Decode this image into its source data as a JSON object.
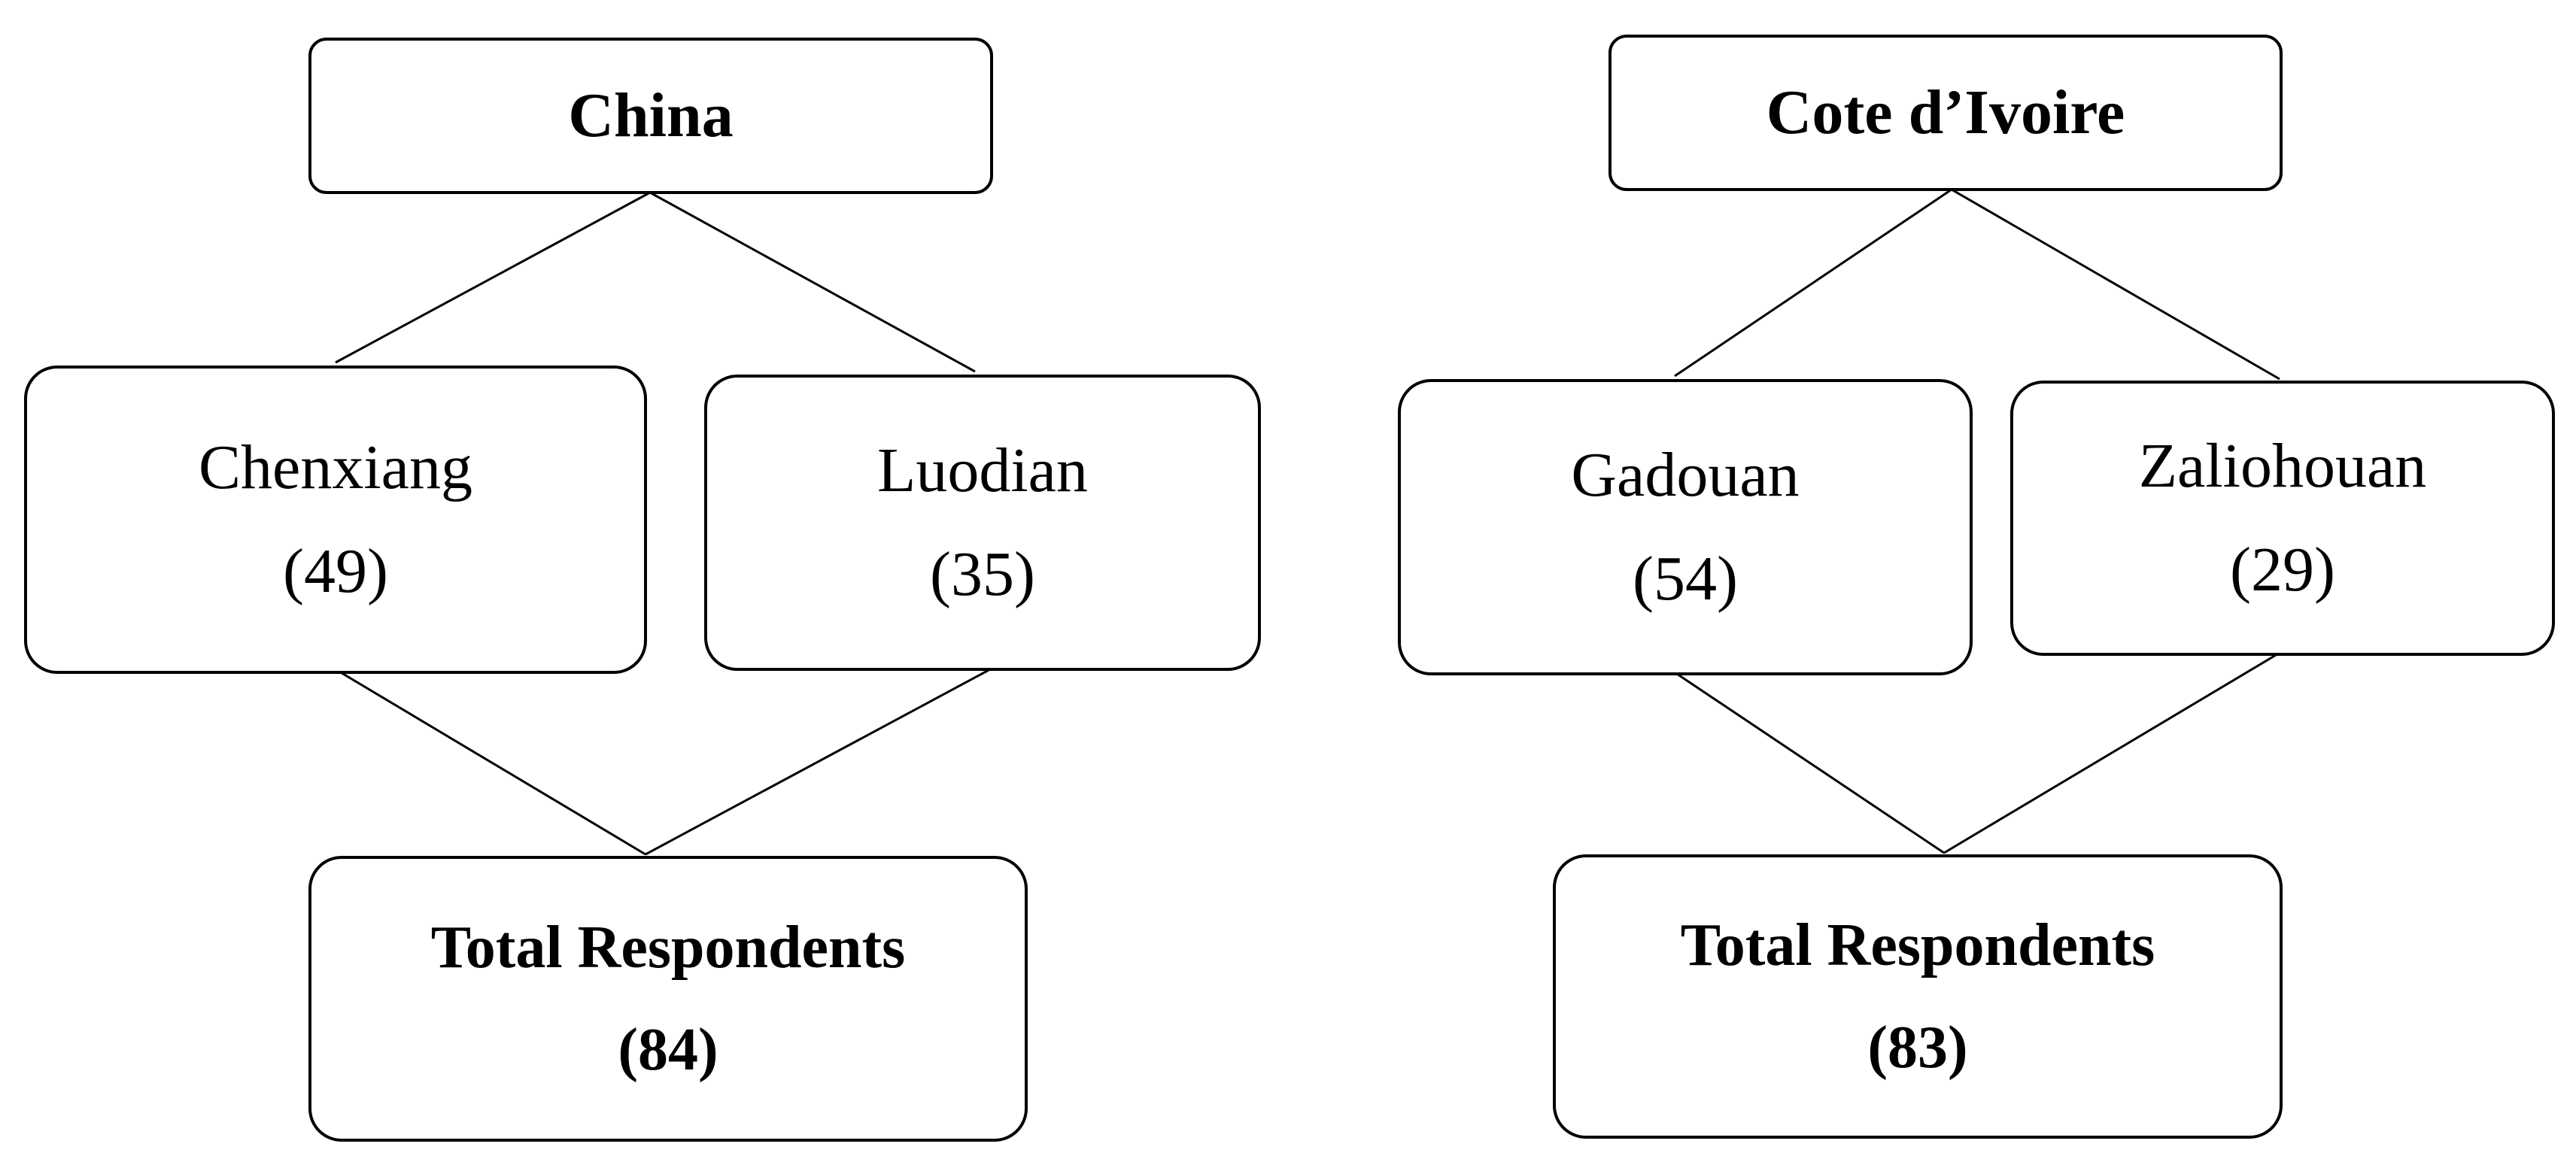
{
  "diagrams": [
    {
      "country": "China",
      "sites": [
        {
          "name": "Chenxiang",
          "count": "(49)"
        },
        {
          "name": "Luodian",
          "count": "(35)"
        }
      ],
      "total": {
        "label": "Total Respondents",
        "count": "(84)"
      }
    },
    {
      "country": "Cote d’Ivoire",
      "sites": [
        {
          "name": "Gadouan",
          "count": "(54)"
        },
        {
          "name": "Zaliohouan",
          "count": "(29)"
        }
      ],
      "total": {
        "label": "Total Respondents",
        "count": "(83)"
      }
    }
  ]
}
